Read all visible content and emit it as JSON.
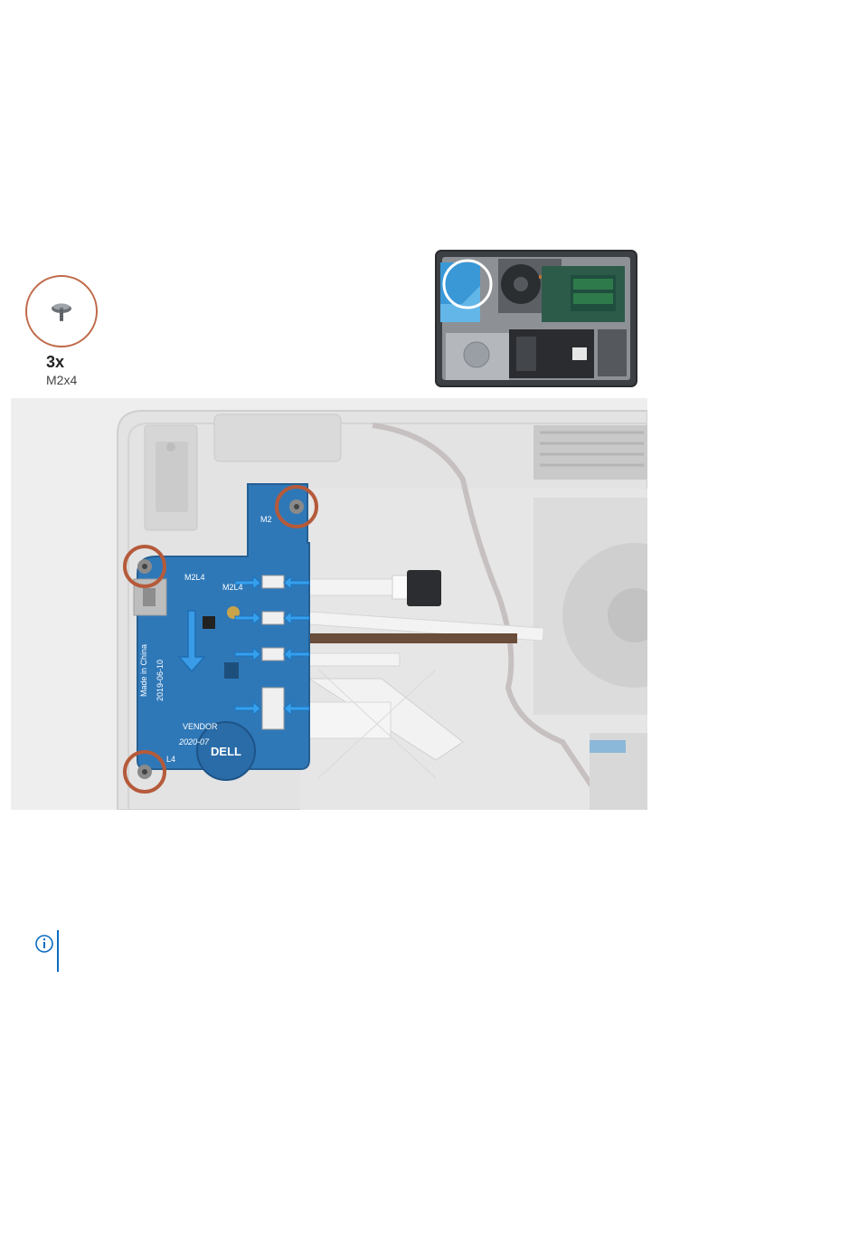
{
  "screw_callout": {
    "count": "3x",
    "type": "M2x4"
  },
  "main_figure": {
    "board_labels": [
      "M2",
      "M2L4",
      "M2L4",
      "L4"
    ],
    "brand": "DELL",
    "small_text": [
      "Made in China",
      "2019-06-10",
      "VENDOR",
      "2020-07 "
    ]
  },
  "note": {
    "icon": "info-icon",
    "text": ""
  },
  "colors": {
    "callout_ring": "#c06a4a",
    "board": "#2f78b8",
    "arrow": "#2f96e6",
    "note_accent": "#0b6cc0"
  }
}
